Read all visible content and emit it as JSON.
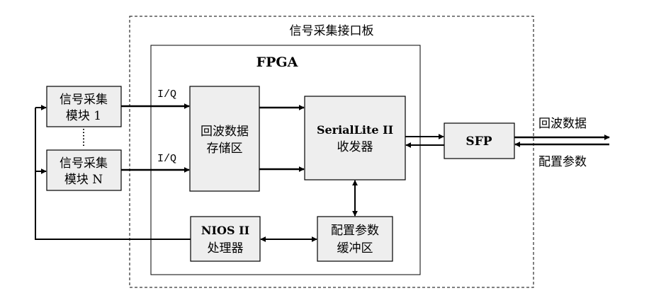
{
  "board": {
    "title": "信号采集接口板"
  },
  "fpga": {
    "title": "FPGA"
  },
  "acq_module_1": {
    "line1": "信号采集",
    "line2": "模块 1"
  },
  "acq_module_n": {
    "line1": "信号采集",
    "line2": "模块 N"
  },
  "signal_label_top": "I/Q",
  "signal_label_bottom": "I/Q",
  "echo_storage": {
    "line1": "回波数据",
    "line2": "存储区"
  },
  "serial_transceiver": {
    "line1": "SerialLite II",
    "line2": "收发器"
  },
  "sfp": {
    "label": "SFP"
  },
  "nios": {
    "line1": "NIOS II",
    "line2": "处理器"
  },
  "config_buffer": {
    "line1": "配置参数",
    "line2": "缓冲区"
  },
  "output_labels": {
    "echo_data": "回波数据",
    "config_params": "配置参数"
  }
}
